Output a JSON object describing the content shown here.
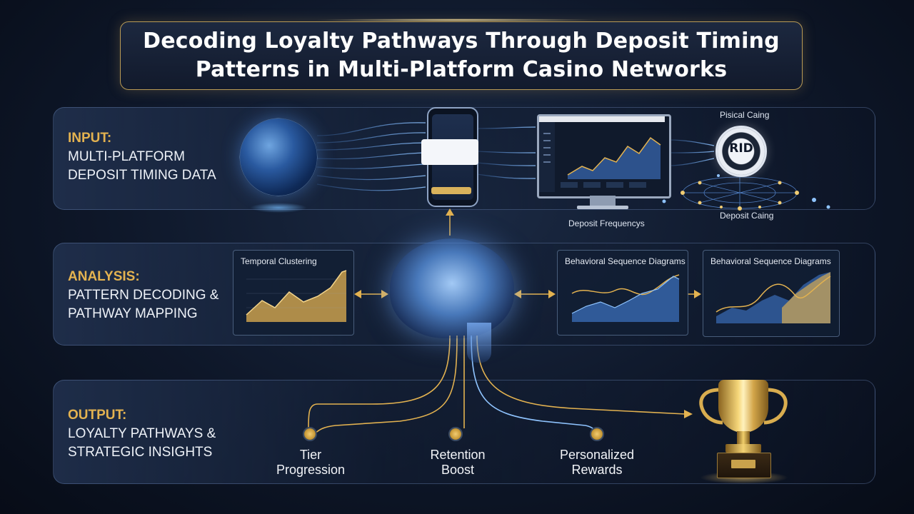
{
  "title": {
    "line1": "Decoding Loyalty Pathways Through Deposit Timing",
    "line2": "Patterns in Multi-Platform Casino Networks"
  },
  "input": {
    "heading": "INPUT:",
    "line1": "MULTI-PLATFORM",
    "line2": "DEPOSIT TIMING DATA",
    "physical_label": "Pisical Caing",
    "chip_text": "RID",
    "deposit_casing_label": "Deposit Caing",
    "deposit_frequency_label": "Deposit Frequencys"
  },
  "analysis": {
    "heading": "ANALYSIS:",
    "line1": "PATTERN DECODING &",
    "line2": "PATHWAY MAPPING",
    "chart1_title": "Temporal Clustering",
    "chart2_title": "Behavioral Sequence Diagrams",
    "chart3_title": "Behavioral Sequence Diagrams"
  },
  "output": {
    "heading": "OUTPUT:",
    "line1": "LOYALTY PATHWAYS &",
    "line2": "STRATEGIC INSIGHTS",
    "outcomes": [
      {
        "line1": "Tier",
        "line2": "Progression"
      },
      {
        "line1": "Retention",
        "line2": "Boost"
      },
      {
        "line1": "Personalized",
        "line2": "Rewards"
      }
    ]
  },
  "colors": {
    "gold": "#e3b250",
    "blue_accent": "#5aa0ff",
    "panel_border": "#7896c8"
  },
  "icons": [
    "globe-icon",
    "smartphone-icon",
    "monitor-icon",
    "casino-chip-icon",
    "brain-icon",
    "trophy-icon"
  ]
}
